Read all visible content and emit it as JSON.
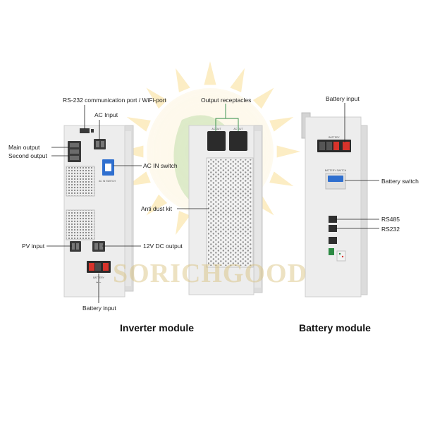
{
  "colors": {
    "accent_red": "#d8332b",
    "accent_blue": "#2f6fcf",
    "line_green": "#2c8a43",
    "leader_dark": "#1e1e1e",
    "watermark_gold": "#d9be6e",
    "watermark_green": "#8fc46a"
  },
  "watermark": {
    "text": "SORICHGOOD"
  },
  "inverter": {
    "caption": "Inverter module",
    "labels": {
      "rs232_wifi": "RS-232 communication port / WiFi-port",
      "ac_input": "AC Input",
      "main_output": "Main output",
      "second_output": "Second output",
      "ac_in_switch": "AC IN switch",
      "pv_input": "PV input",
      "dc_output": "12V DC output",
      "battery_input": "Battery input"
    },
    "panel_text": {
      "ac_in_switch": "AC IN SWITCH",
      "battery": "BATTERY",
      "polarity": "+   −"
    }
  },
  "middle": {
    "labels": {
      "output_receptacles": "Output receptacles",
      "anti_dust_kit": "Anti dust kit"
    },
    "panel_text": {
      "ac_out_1": "AC OUT",
      "ac_out_2": "AC OUT"
    }
  },
  "battery": {
    "caption": "Battery module",
    "labels": {
      "battery_input": "Battery input",
      "battery_switch": "Battery switch",
      "rs485": "RS485",
      "rs232": "RS232"
    },
    "panel_text": {
      "battery": "BATTERY",
      "battery_switch": "BATTERY SWITCH"
    }
  }
}
